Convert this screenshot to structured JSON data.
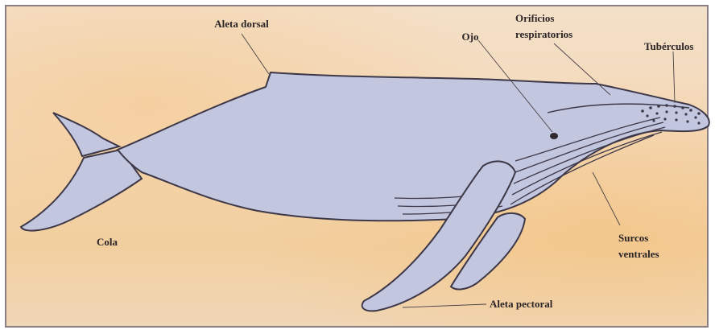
{
  "title": "",
  "labels": {
    "dorsal_fin": "Aleta dorsal",
    "eye": "Ojo",
    "blowhole_line1": "Orificios",
    "blowhole_line2": "respiratorios",
    "tubercles": "Tubérculos",
    "tail": "Cola",
    "ventral_line1": "Surcos",
    "ventral_line2": "ventrales",
    "pectoral_fin": "Aleta pectoral"
  },
  "colors": {
    "background": "#f2d8b8",
    "whale_body": "#c3c6df",
    "outline": "#3d3848",
    "label_text": "#2b2528"
  }
}
